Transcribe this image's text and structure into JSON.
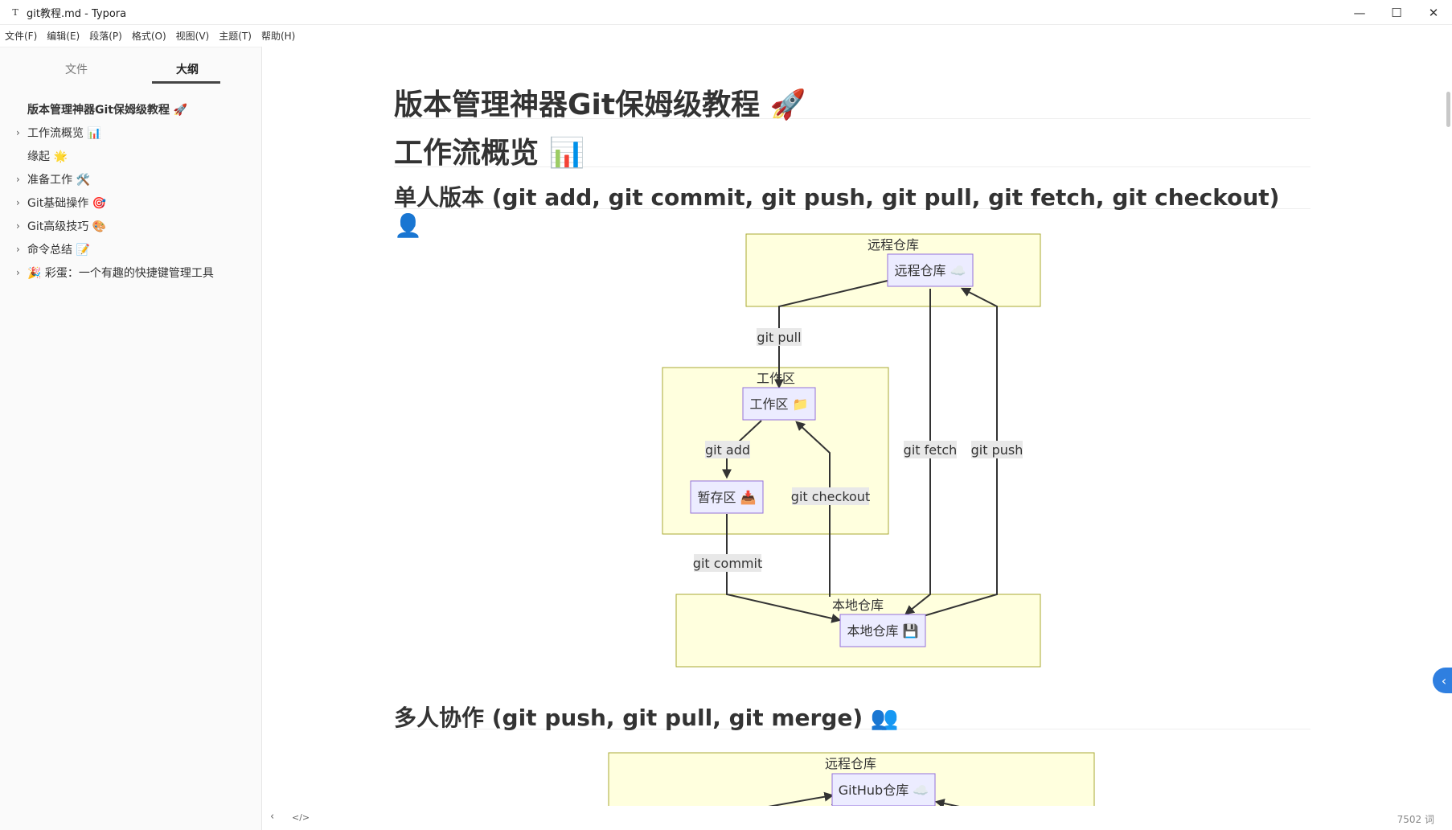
{
  "window": {
    "app_icon": "T",
    "title": "git教程.md - Typora",
    "minimize": "—",
    "maximize": "☐",
    "close": "✕"
  },
  "menu": [
    "文件(F)",
    "编辑(E)",
    "段落(P)",
    "格式(O)",
    "视图(V)",
    "主题(T)",
    "帮助(H)"
  ],
  "sidebar": {
    "tabs": [
      "文件",
      "大纲"
    ],
    "active_tab": "大纲",
    "outline": [
      {
        "label": "版本管理神器Git保姆级教程 🚀",
        "expandable": false
      },
      {
        "label": "工作流概览 📊",
        "expandable": true
      },
      {
        "label": "缘起 🌟",
        "expandable": false
      },
      {
        "label": "准备工作 🛠️",
        "expandable": true
      },
      {
        "label": "Git基础操作 🎯",
        "expandable": true
      },
      {
        "label": "Git高级技巧 🎨",
        "expandable": true
      },
      {
        "label": "命令总结 📝",
        "expandable": true
      },
      {
        "label": "🎉 彩蛋：一个有趣的快捷键管理工具",
        "expandable": true
      }
    ]
  },
  "document": {
    "h1_title": "版本管理神器Git保姆级教程 🚀",
    "h1_workflow": "工作流概览 📊",
    "h2_single": "单人版本 (git add, git commit, git push, git pull, git fetch, git checkout) 👤",
    "h2_multi": "多人协作 (git push, git pull, git merge) 👥"
  },
  "diagram1": {
    "clusters": {
      "remote": "远程仓库",
      "work": "工作区",
      "local": "本地仓库"
    },
    "nodes": {
      "remote": "远程仓库 ☁️",
      "work": "工作区 📁",
      "stage": "暂存区 📥",
      "local": "本地仓库 💾"
    },
    "edges": {
      "pull": "git pull",
      "add": "git add",
      "checkout": "git checkout",
      "commit": "git commit",
      "fetch": "git fetch",
      "push": "git push"
    }
  },
  "diagram2": {
    "cluster_remote": "远程仓库",
    "node_github": "GitHub仓库 ☁️"
  },
  "footer": {
    "back": "‹",
    "source": "</>",
    "word_count": "7502 词"
  },
  "toggle_icon": "‹"
}
